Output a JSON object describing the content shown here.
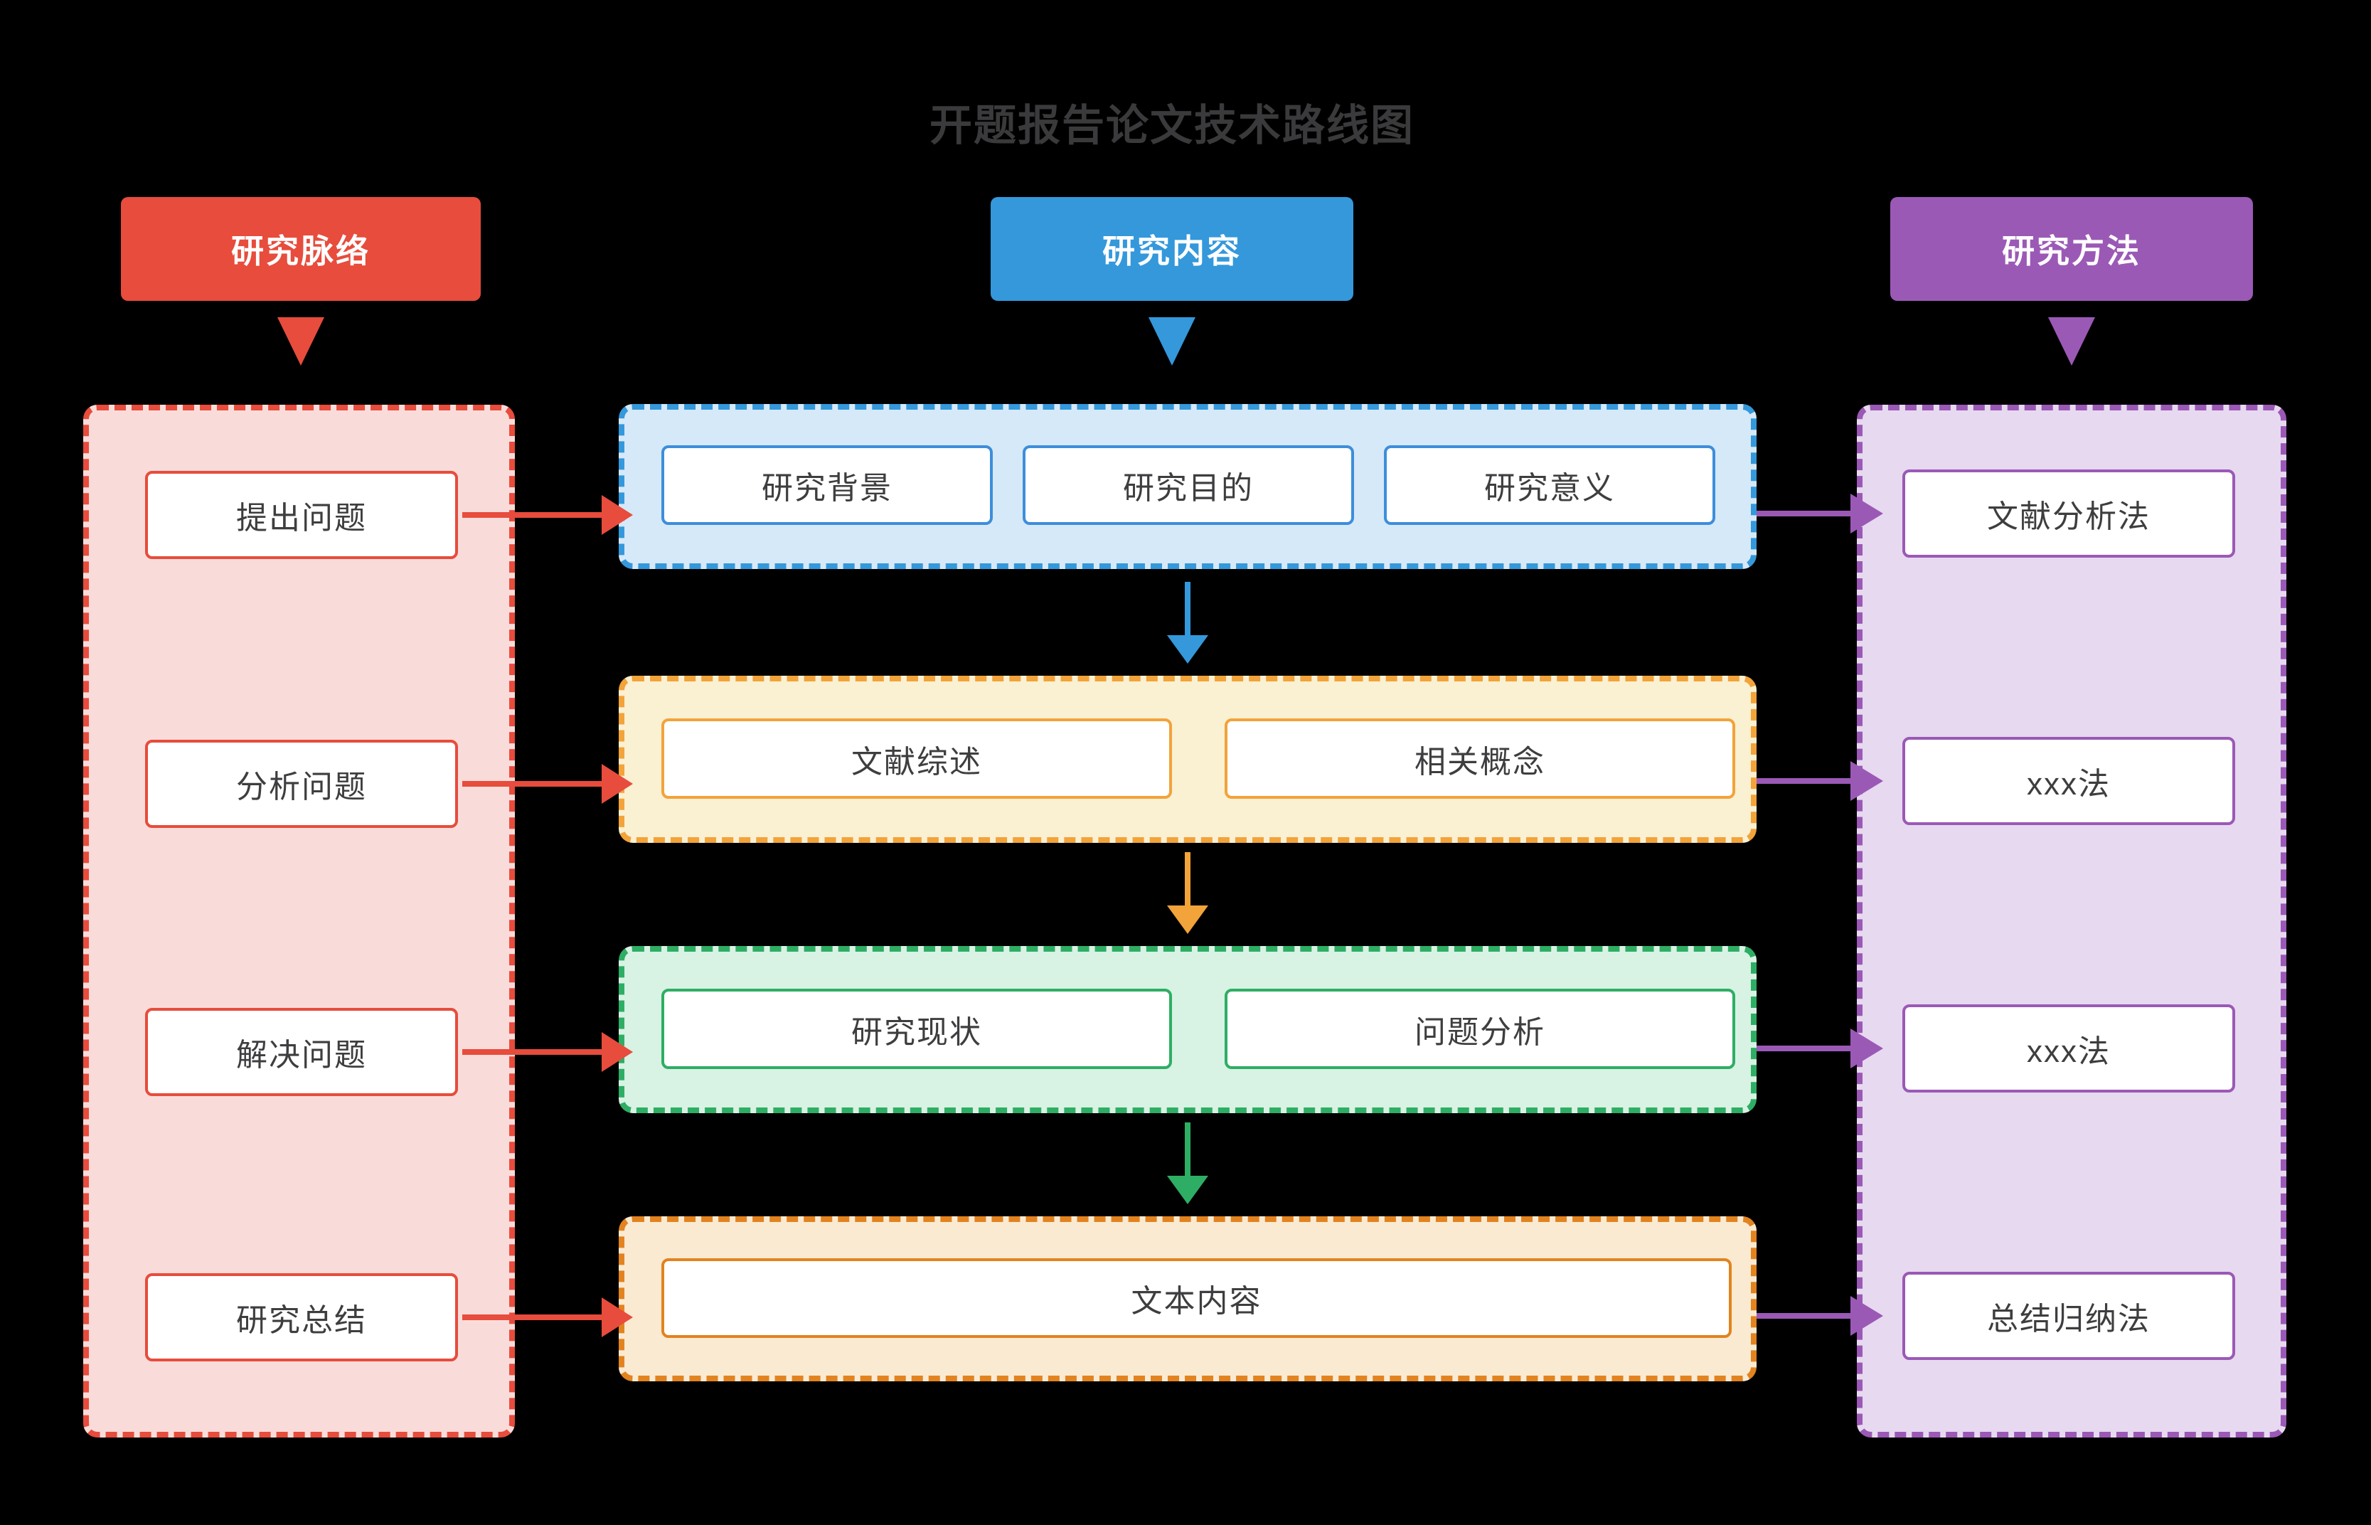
{
  "title": "开题报告论文技术路线图",
  "colors": {
    "background": "#000000",
    "title_text": "#3a3a3c",
    "red": "#e74c3c",
    "blue": "#3498db",
    "purple": "#9b59b6",
    "orange": "#f2a33a",
    "green": "#2eae64",
    "dark_orange": "#e2831f",
    "node_text": "#3e3e40"
  },
  "left_column": {
    "header": "研究脉络",
    "items": [
      "提出问题",
      "分析问题",
      "解决问题",
      "研究总结"
    ]
  },
  "middle_column": {
    "header": "研究内容",
    "row1": [
      "研究背景",
      "研究目的",
      "研究意义"
    ],
    "row2": [
      "文献综述",
      "相关概念"
    ],
    "row3": [
      "研究现状",
      "问题分析"
    ],
    "row4": [
      "文本内容"
    ]
  },
  "right_column": {
    "header": "研究方法",
    "items": [
      "文献分析法",
      "xxx法",
      "xxx法",
      "总结归纳法"
    ]
  }
}
